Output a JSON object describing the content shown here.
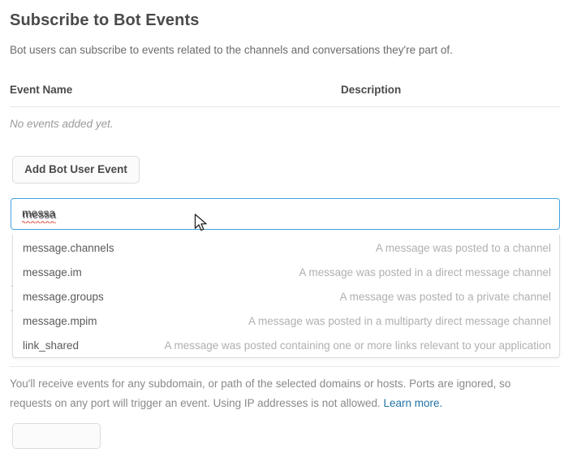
{
  "page": {
    "title": "Subscribe to Bot Events",
    "subtitle": "Bot users can subscribe to events related to the channels and conversations they're part of."
  },
  "events_table": {
    "columns": {
      "event_name": "Event Name",
      "description": "Description"
    },
    "empty_message": "No events added yet."
  },
  "actions": {
    "add_bot_user_event": "Add Bot User Event"
  },
  "search": {
    "value": "messa",
    "placeholder": "",
    "spellcheck_flagged": true,
    "focused": true
  },
  "dropdown": {
    "visible": true,
    "items": [
      {
        "name": "message.channels",
        "description": "A message was posted to a channel"
      },
      {
        "name": "message.im",
        "description": "A message was posted in a direct message channel"
      },
      {
        "name": "message.groups",
        "description": "A message was posted to a private channel"
      },
      {
        "name": "message.mpim",
        "description": "A message was posted in a multiparty direct message channel"
      },
      {
        "name": "link_shared",
        "description": "A message was posted containing one or more links relevant to your application"
      }
    ]
  },
  "footer": {
    "note_text": "You'll receive events for any subdomain, or path of the selected domains or hosts. Ports are ignored, so requests on any port will trigger an event. Using IP addresses is not allowed. ",
    "learn_more_label": "Learn more."
  },
  "colors": {
    "focus_border": "#41a3e0",
    "link": "#2273a5",
    "heading": "#4a4a4a",
    "muted_text": "#b0b0b0",
    "spellcheck": "#e04a3a"
  }
}
